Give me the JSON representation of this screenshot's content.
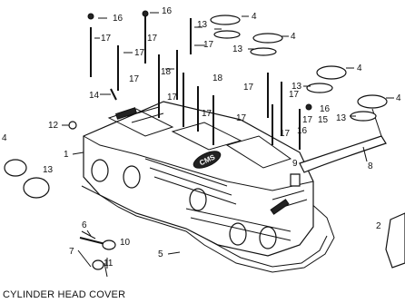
{
  "caption": "CYLINDER HEAD COVER",
  "watermark": "CMS",
  "callouts": [
    {
      "id": "c16a",
      "text": "16"
    },
    {
      "id": "c16b",
      "text": "16"
    },
    {
      "id": "c17a",
      "text": "17"
    },
    {
      "id": "c17b",
      "text": "17"
    },
    {
      "id": "c17c",
      "text": "17"
    },
    {
      "id": "c17d",
      "text": "17"
    },
    {
      "id": "c17e",
      "text": "17"
    },
    {
      "id": "c17f",
      "text": "17"
    },
    {
      "id": "c17g",
      "text": "17"
    },
    {
      "id": "c17h",
      "text": "17"
    },
    {
      "id": "c17i",
      "text": "17"
    },
    {
      "id": "c17j",
      "text": "17"
    },
    {
      "id": "c17k",
      "text": "17"
    },
    {
      "id": "c17l",
      "text": "17"
    },
    {
      "id": "c18a",
      "text": "18"
    },
    {
      "id": "c18b",
      "text": "18"
    },
    {
      "id": "c13a",
      "text": "13"
    },
    {
      "id": "c13b",
      "text": "13"
    },
    {
      "id": "c13c",
      "text": "13"
    },
    {
      "id": "c13d",
      "text": "13"
    },
    {
      "id": "c13e",
      "text": "13"
    },
    {
      "id": "c4a",
      "text": "4"
    },
    {
      "id": "c4b",
      "text": "4"
    },
    {
      "id": "c4c",
      "text": "4"
    },
    {
      "id": "c4d",
      "text": "4"
    },
    {
      "id": "c4e",
      "text": "4"
    },
    {
      "id": "c14",
      "text": "14"
    },
    {
      "id": "c12",
      "text": "12"
    },
    {
      "id": "c1",
      "text": "1"
    },
    {
      "id": "c9",
      "text": "9"
    },
    {
      "id": "c8",
      "text": "8"
    },
    {
      "id": "c15",
      "text": "15"
    },
    {
      "id": "c16c",
      "text": "16"
    },
    {
      "id": "c16d",
      "text": "16"
    },
    {
      "id": "c5",
      "text": "5"
    },
    {
      "id": "c2",
      "text": "2"
    },
    {
      "id": "c6",
      "text": "6"
    },
    {
      "id": "c10",
      "text": "10"
    },
    {
      "id": "c7",
      "text": "7"
    },
    {
      "id": "c11",
      "text": "11"
    }
  ]
}
